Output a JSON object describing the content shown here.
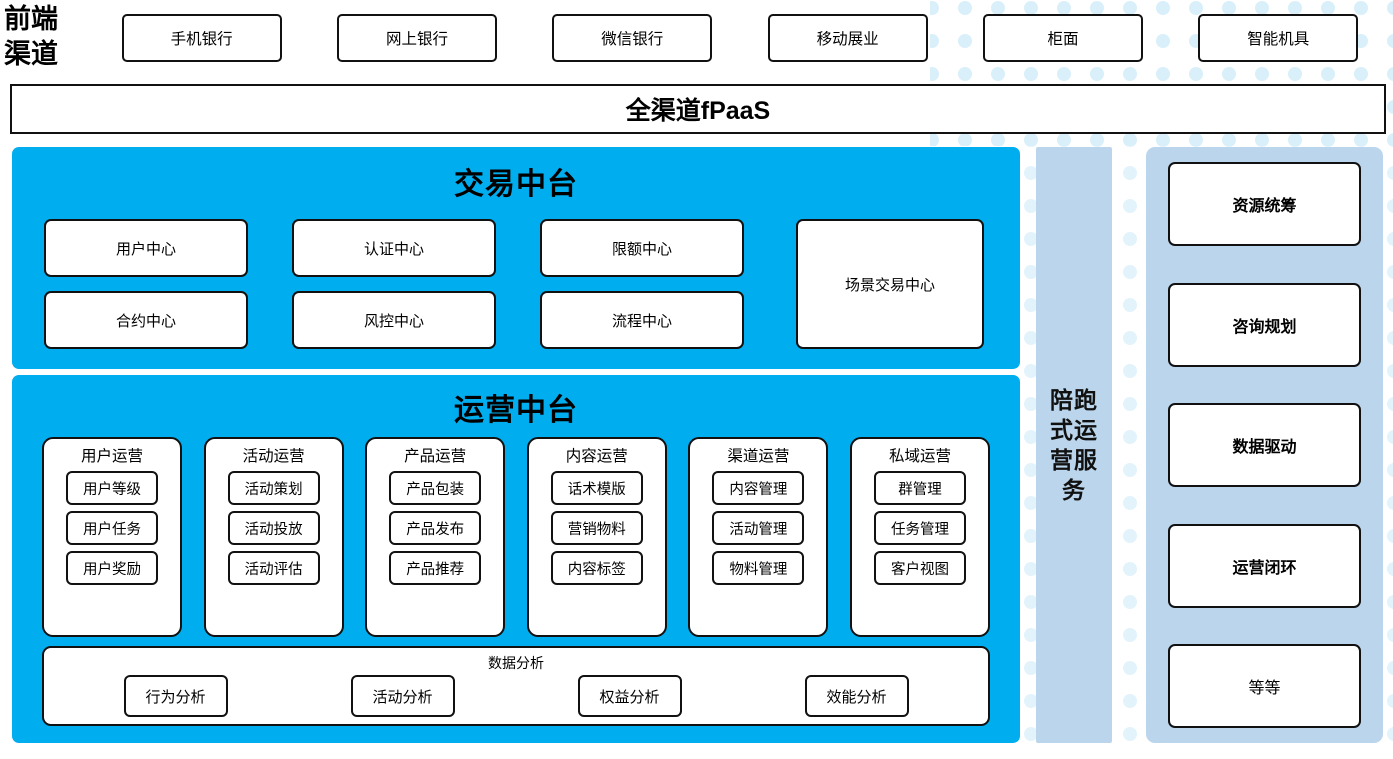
{
  "colors": {
    "cyan_panel": "#00AEEF",
    "light_blue_panel": "#BBD6EC",
    "dot_color": "#D7EEF9",
    "box_border": "#111111",
    "box_fill": "#FFFFFF"
  },
  "front_channel": {
    "label": "前端\n渠道",
    "label_line1": "前端",
    "label_line2": "渠道",
    "items": [
      {
        "label": "手机银行"
      },
      {
        "label": "网上银行"
      },
      {
        "label": "微信银行"
      },
      {
        "label": "移动展业"
      },
      {
        "label": "柜面"
      },
      {
        "label": "智能机具"
      }
    ]
  },
  "fpaas_banner": {
    "label": "全渠道fPaaS"
  },
  "trade_platform": {
    "title": "交易中台",
    "boxes": [
      {
        "label": "用户中心"
      },
      {
        "label": "认证中心"
      },
      {
        "label": "限额中心"
      },
      {
        "label": "合约中心"
      },
      {
        "label": "风控中心"
      },
      {
        "label": "流程中心"
      },
      {
        "label": "场景交易中心"
      }
    ]
  },
  "ops_platform": {
    "title": "运营中台",
    "columns": [
      {
        "title": "用户运营",
        "items": [
          "用户等级",
          "用户任务",
          "用户奖励"
        ]
      },
      {
        "title": "活动运营",
        "items": [
          "活动策划",
          "活动投放",
          "活动评估"
        ]
      },
      {
        "title": "产品运营",
        "items": [
          "产品包装",
          "产品发布",
          "产品推荐"
        ]
      },
      {
        "title": "内容运营",
        "items": [
          "话术模版",
          "营销物料",
          "内容标签"
        ]
      },
      {
        "title": "渠道运营",
        "items": [
          "内容管理",
          "活动管理",
          "物料管理"
        ]
      },
      {
        "title": "私域运营",
        "items": [
          "群管理",
          "任务管理",
          "客户视图"
        ]
      }
    ],
    "data_analysis": {
      "title": "数据分析",
      "items": [
        "行为分析",
        "活动分析",
        "权益分析",
        "效能分析"
      ]
    }
  },
  "service_rail": {
    "label": "陪跑式运营服务"
  },
  "capability_column": {
    "items": [
      {
        "label": "资源统筹",
        "bold": true
      },
      {
        "label": "咨询规划",
        "bold": true
      },
      {
        "label": "数据驱动",
        "bold": true
      },
      {
        "label": "运营闭环",
        "bold": true
      },
      {
        "label": "等等",
        "bold": false
      }
    ]
  }
}
